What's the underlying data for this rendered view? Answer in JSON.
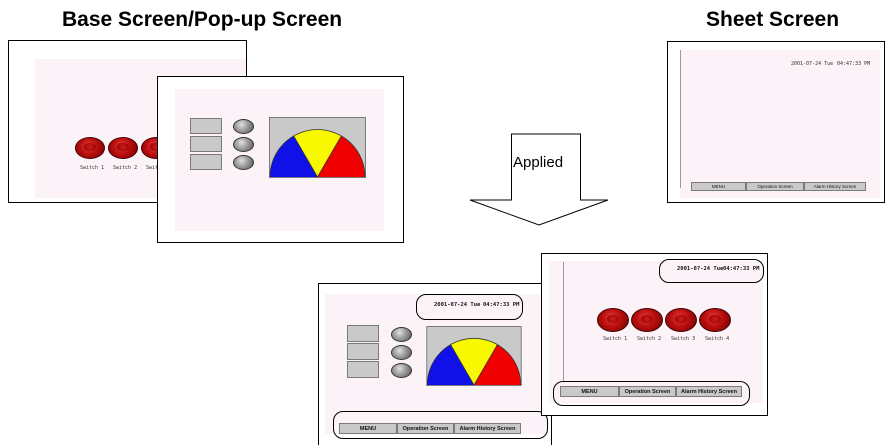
{
  "headings": {
    "left": "Base Screen/Pop-up Screen",
    "right": "Sheet Screen"
  },
  "arrow": {
    "label": "Applied"
  },
  "datetime": {
    "date": "2001-07-24 Tue",
    "time": "04:47:33 PM"
  },
  "switch_labels": [
    "Switch 1",
    "Switch 2",
    "Switch 3",
    "Switch 4"
  ],
  "menu": {
    "menu_label": "MENU",
    "operation_label": "Operation Screen",
    "alarm_label": "Alarm History Screen"
  },
  "colors": {
    "screen_background": "#fbf3f8",
    "meter_blue": "#1010e8",
    "meter_yellow": "#f8f800",
    "meter_red": "#f00000",
    "switch_red": "#b80d0d",
    "button_gray": "#c9c9c9"
  },
  "gauge": {
    "segments": 3
  }
}
